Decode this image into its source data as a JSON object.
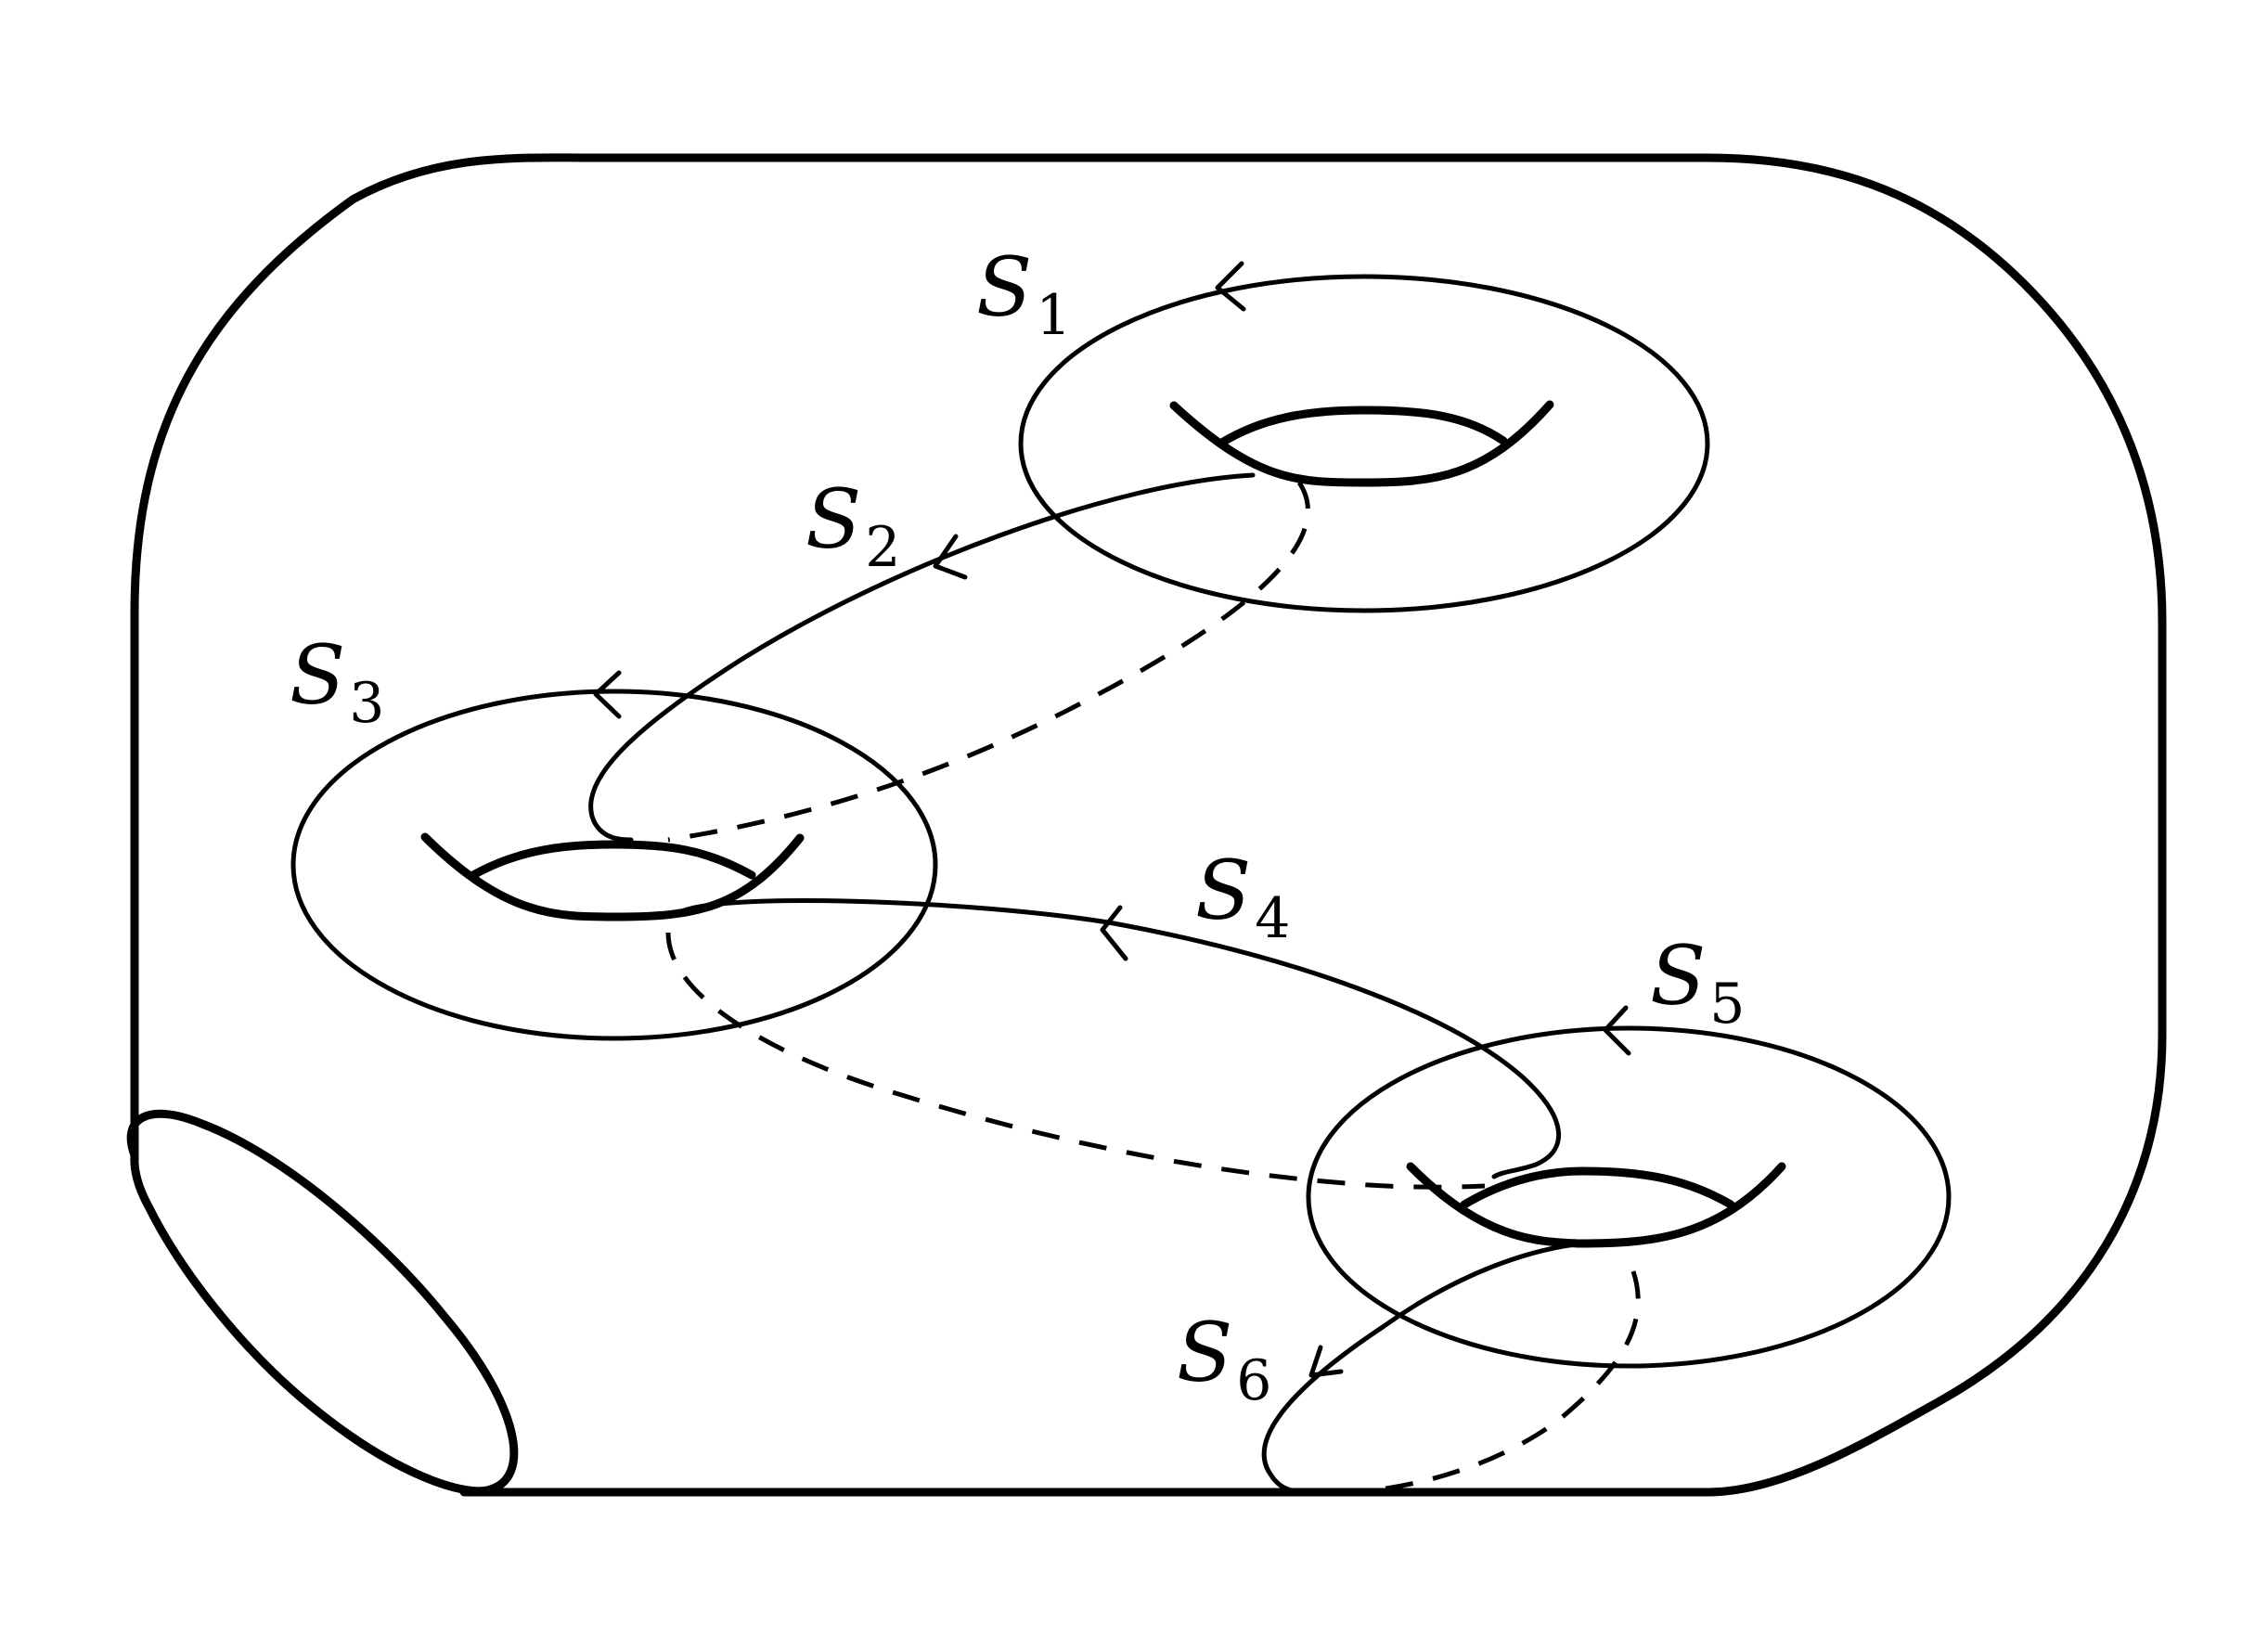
{
  "labels": [
    {
      "id": "S1",
      "main": "S",
      "sub": "1"
    },
    {
      "id": "S2",
      "main": "S",
      "sub": "2"
    },
    {
      "id": "S3",
      "main": "S",
      "sub": "3"
    },
    {
      "id": "S4",
      "main": "S",
      "sub": "4"
    },
    {
      "id": "S5",
      "main": "S",
      "sub": "5"
    },
    {
      "id": "S6",
      "main": "S",
      "sub": "6"
    }
  ],
  "colors": {
    "ink": "#000000",
    "background": "#ffffff"
  }
}
